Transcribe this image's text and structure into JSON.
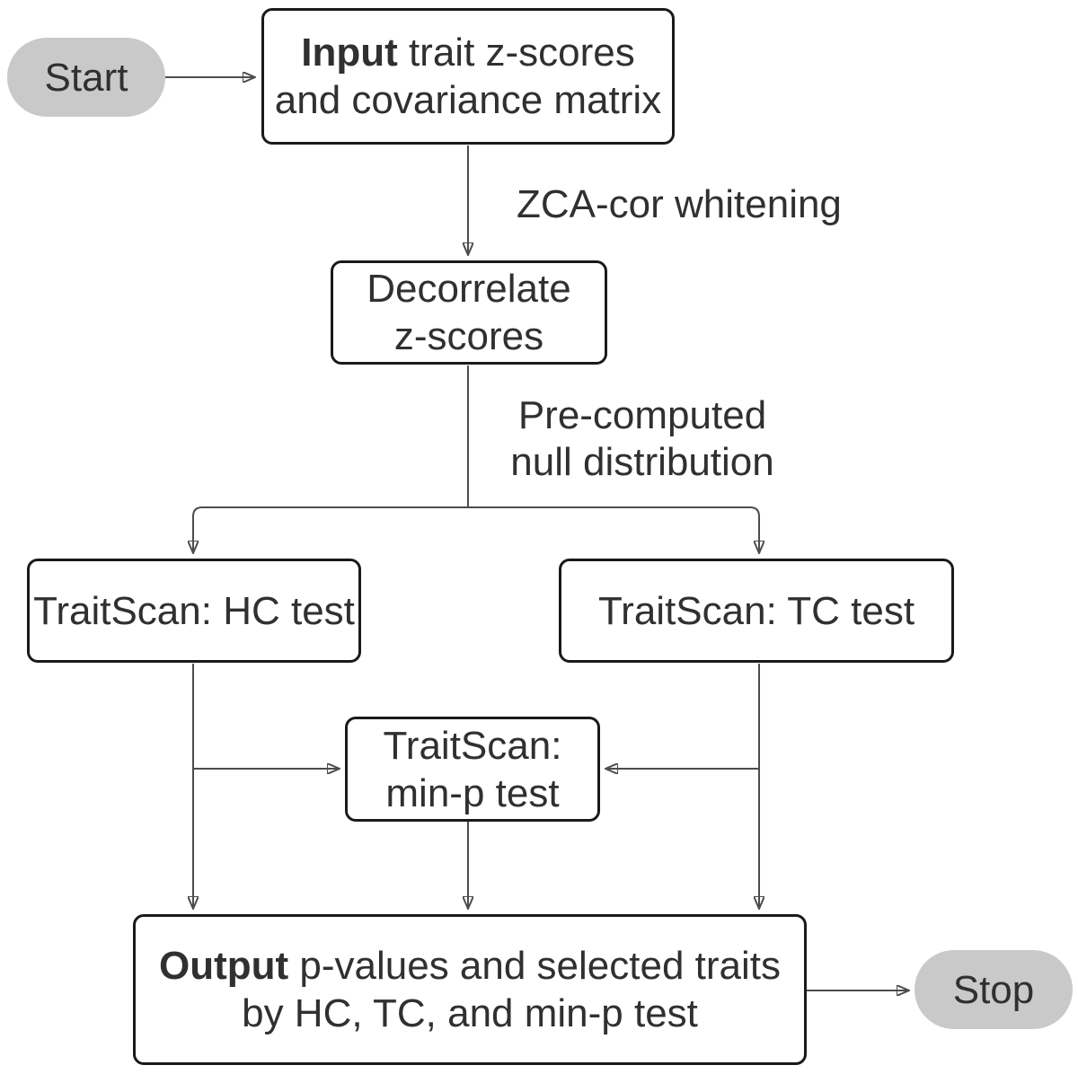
{
  "diagram": {
    "type": "flowchart",
    "description": "TraitScan analysis workflow flowchart",
    "colors": {
      "background": "#ffffff",
      "terminal_fill": "#c9c9c9",
      "box_border": "#1a1a1a",
      "connector_line": "#4d4d4d",
      "arrowhead": "#2f2f2f",
      "text": "#303030"
    },
    "nodes": {
      "start": {
        "label": "Start"
      },
      "input": {
        "bold": "Input",
        "rest": " trait z-scores",
        "line2": "and covariance matrix"
      },
      "decorrelate": {
        "line1": "Decorrelate",
        "line2": "z-scores"
      },
      "hc": {
        "label": "TraitScan: HC test"
      },
      "tc": {
        "label": "TraitScan: TC test"
      },
      "minp": {
        "line1": "TraitScan:",
        "line2": "min-p test"
      },
      "output": {
        "bold": "Output",
        "rest": " p-values and selected traits",
        "line2": "by HC, TC, and min-p test"
      },
      "stop": {
        "label": "Stop"
      }
    },
    "edge_labels": {
      "zca": "ZCA-cor whitening",
      "null_line1": "Pre-computed",
      "null_line2": "null distribution"
    },
    "edges": [
      "Start -> Input",
      "Input -> Decorrelate (ZCA-cor whitening)",
      "Decorrelate -> TraitScan: HC test (Pre-computed null distribution)",
      "Decorrelate -> TraitScan: TC test (Pre-computed null distribution)",
      "TraitScan: HC test -> TraitScan: min-p test",
      "TraitScan: TC test -> TraitScan: min-p test",
      "TraitScan: HC test -> Output",
      "TraitScan: TC test -> Output",
      "TraitScan: min-p test -> Output",
      "Output -> Stop"
    ]
  }
}
